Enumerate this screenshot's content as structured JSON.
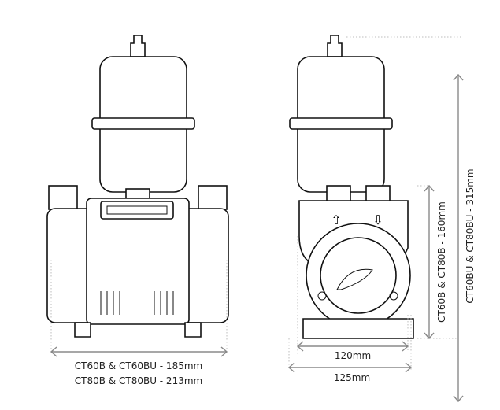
{
  "dimensions": {
    "width_line1": "CT60B & CT60BU - 185mm",
    "width_line2": "CT80B & CT80BU - 213mm",
    "depth_inner": "120mm",
    "depth_outer": "125mm",
    "height_pump": "CT60B & CT80B - 160mm",
    "height_total": "CT60BU & CT80BU - 315mm"
  },
  "colors": {
    "line": "#111111",
    "dimension": "#8a8a8a",
    "guide": "#bdbdbd"
  }
}
